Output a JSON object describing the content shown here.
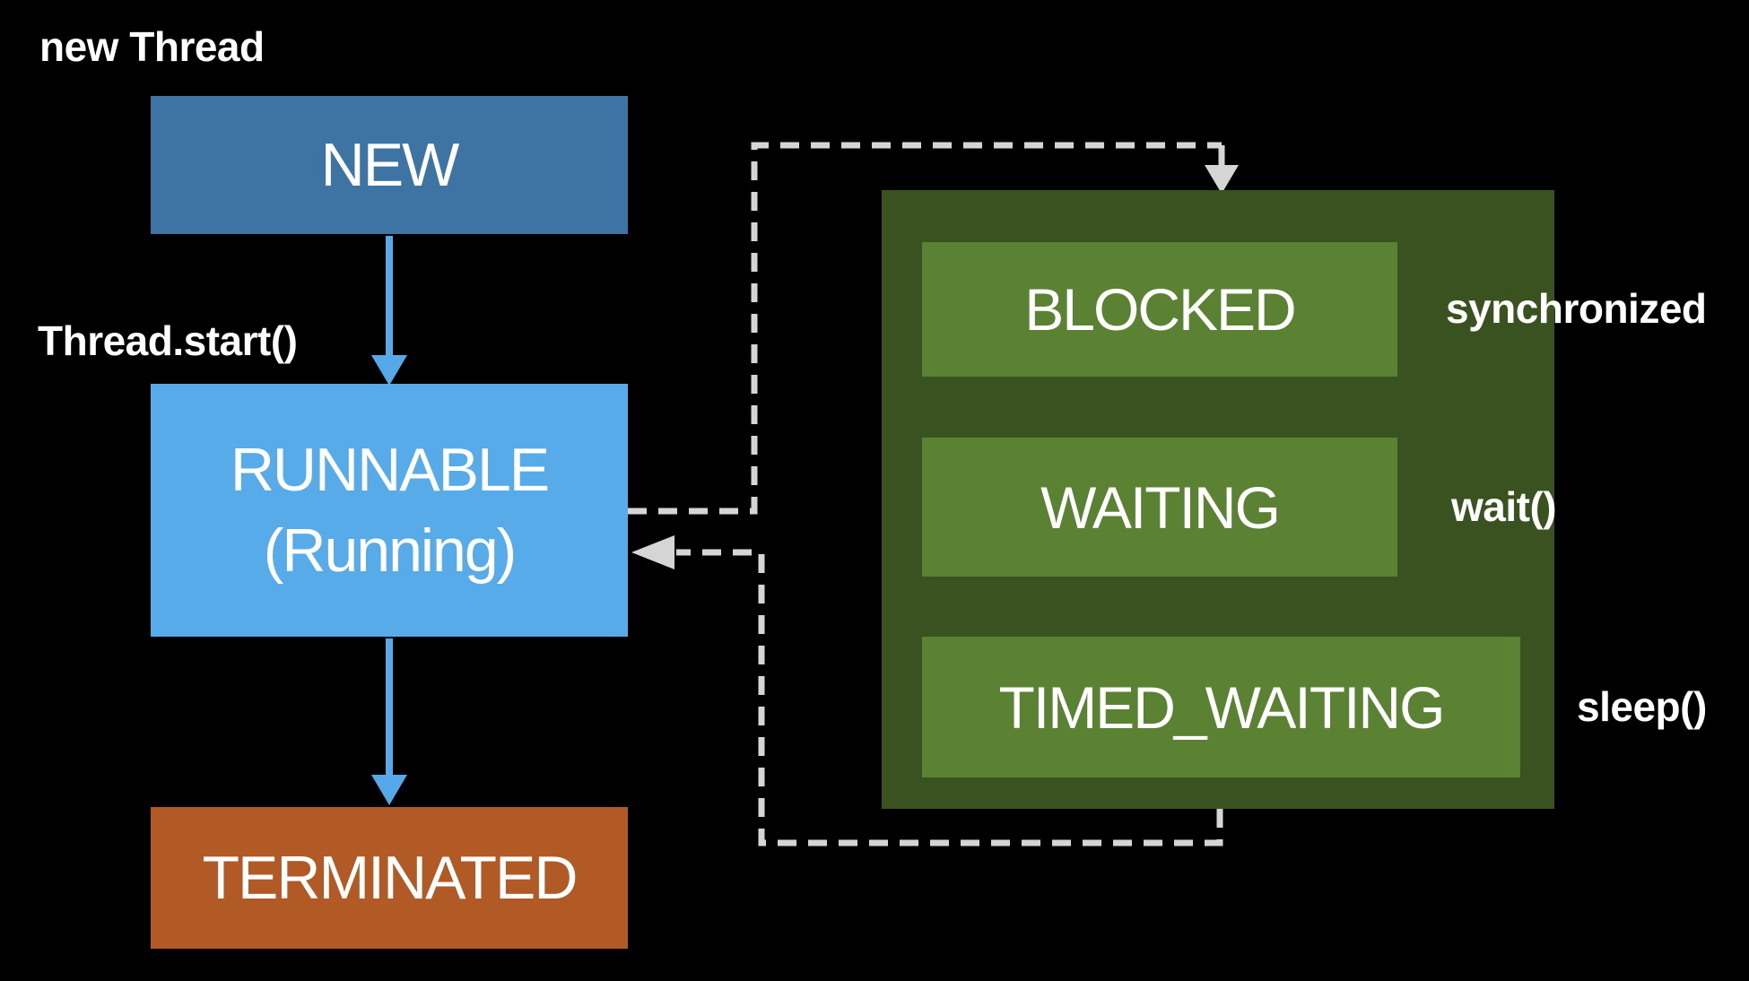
{
  "diagram": {
    "labels": {
      "new_thread": "new Thread",
      "thread_start": "Thread.start()",
      "synchronized": "synchronized",
      "wait": "wait()",
      "sleep": "sleep()"
    },
    "states": {
      "new": "NEW",
      "runnable_line1": "RUNNABLE",
      "runnable_line2": "(Running)",
      "terminated": "TERMINATED",
      "blocked": "BLOCKED",
      "waiting": "WAITING",
      "timed_waiting": "TIMED_WAITING"
    },
    "colors": {
      "background": "#000000",
      "new_box": "#3e74a4",
      "runnable_box": "#58abe9",
      "terminated_box": "#b15a25",
      "group_box": "#3a5220",
      "inner_box": "#5b8133",
      "arrow_blue": "#55a9e8",
      "dashed_gray": "#d5d5d5",
      "text": "#ffffff"
    }
  }
}
